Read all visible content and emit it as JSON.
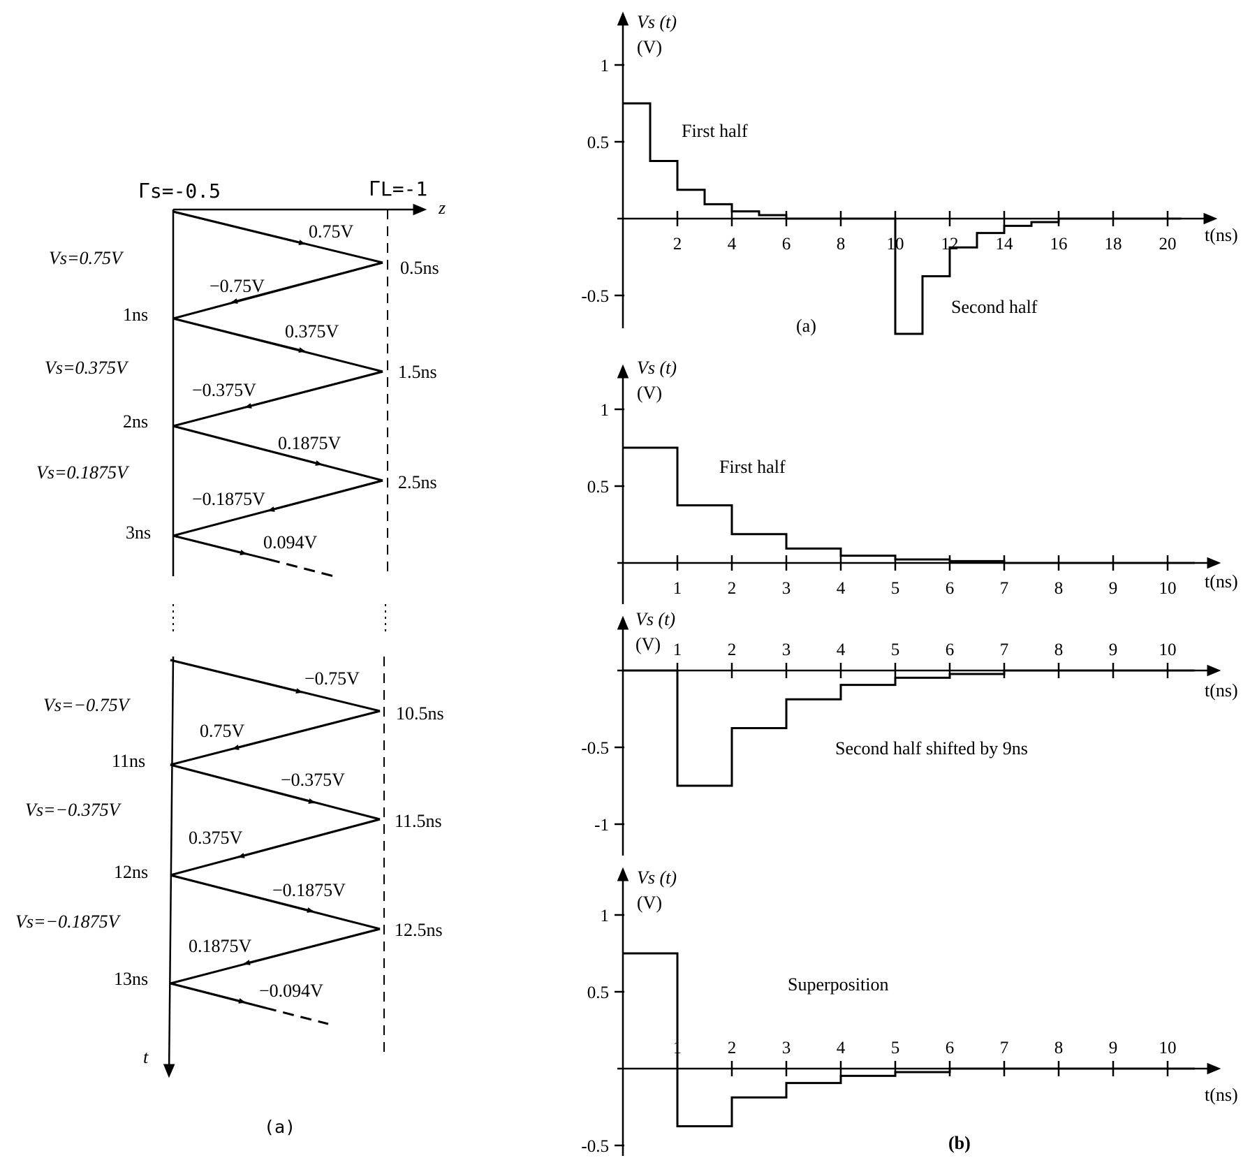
{
  "bounce": {
    "gamma_s": "Γs=-0.5",
    "gamma_l": "ΓL=-1",
    "z_label": "z",
    "t_label": "t",
    "caption": "(a)",
    "upper": {
      "left_times": [
        "1ns",
        "2ns",
        "3ns"
      ],
      "right_times": [
        "0.5ns",
        "1.5ns",
        "2.5ns"
      ],
      "source_voltages": [
        "Vs=0.75V",
        "Vs=0.375V",
        "Vs=0.1875V"
      ],
      "wave_labels": [
        "0.75V",
        "−0.75V",
        "0.375V",
        "−0.375V",
        "0.1875V",
        "−0.1875V",
        "0.094V"
      ]
    },
    "lower": {
      "left_times": [
        "11ns",
        "12ns",
        "13ns"
      ],
      "right_times": [
        "10.5ns",
        "11.5ns",
        "12.5ns"
      ],
      "source_voltages": [
        "Vs=−0.75V",
        "Vs=−0.375V",
        "Vs=−0.1875V"
      ],
      "wave_labels": [
        "−0.75V",
        "0.75V",
        "−0.375V",
        "0.375V",
        "−0.1875V",
        "0.1875V",
        "−0.094V"
      ]
    }
  },
  "plots": {
    "ylabel": "Vs (t)",
    "yunit": "(V)",
    "xlabel": "t(ns)",
    "caption_a": "(a)",
    "caption_b": "(b)"
  },
  "chart_data": [
    {
      "type": "line",
      "step": true,
      "x_ticks": [
        2,
        4,
        6,
        8,
        10,
        12,
        14,
        16,
        18,
        20
      ],
      "y_ticks": [
        1,
        0.5,
        -0.5
      ],
      "xlim": [
        0,
        21
      ],
      "ylim": [
        -0.7,
        1.25
      ],
      "annotations": [
        "First half",
        "Second half"
      ],
      "series": [
        {
          "x": [
            0,
            1,
            1,
            2,
            2,
            3,
            3,
            4,
            4,
            5,
            5,
            6,
            6,
            10,
            10,
            11,
            11,
            12,
            12,
            13,
            13,
            14,
            14,
            15,
            15,
            16,
            16,
            20.5
          ],
          "y": [
            0.75,
            0.75,
            0.375,
            0.375,
            0.1875,
            0.1875,
            0.094,
            0.094,
            0.047,
            0.047,
            0.023,
            0.023,
            0,
            0,
            -0.75,
            -0.75,
            -0.375,
            -0.375,
            -0.1875,
            -0.1875,
            -0.094,
            -0.094,
            -0.047,
            -0.047,
            -0.023,
            -0.023,
            0,
            0
          ]
        }
      ]
    },
    {
      "type": "line",
      "step": true,
      "x_ticks": [
        1,
        2,
        3,
        4,
        5,
        6,
        7,
        8,
        9,
        10
      ],
      "y_ticks": [
        1,
        0.5
      ],
      "xlim": [
        0,
        11
      ],
      "ylim": [
        -0.3,
        1.25
      ],
      "annotations": [
        "First half"
      ],
      "series": [
        {
          "x": [
            0,
            1,
            1,
            2,
            2,
            3,
            3,
            4,
            4,
            5,
            5,
            6,
            6,
            7,
            7,
            10.5
          ],
          "y": [
            0.75,
            0.75,
            0.375,
            0.375,
            0.1875,
            0.1875,
            0.094,
            0.094,
            0.047,
            0.047,
            0.023,
            0.023,
            0.012,
            0.012,
            0,
            0
          ]
        }
      ]
    },
    {
      "type": "line",
      "step": true,
      "x_ticks": [
        1,
        2,
        3,
        4,
        5,
        6,
        7,
        8,
        9,
        10
      ],
      "y_ticks": [
        -0.5,
        -1
      ],
      "xlim": [
        0,
        11
      ],
      "ylim": [
        -1.2,
        0.3
      ],
      "annotations": [
        "Second half shifted by 9ns"
      ],
      "series": [
        {
          "x": [
            0,
            1,
            1,
            2,
            2,
            3,
            3,
            4,
            4,
            5,
            5,
            6,
            6,
            7,
            7,
            10.5
          ],
          "y": [
            0,
            0,
            -0.75,
            -0.75,
            -0.375,
            -0.375,
            -0.1875,
            -0.1875,
            -0.094,
            -0.094,
            -0.047,
            -0.047,
            -0.023,
            -0.023,
            0,
            0
          ]
        }
      ]
    },
    {
      "type": "line",
      "step": true,
      "x_ticks": [
        1,
        2,
        3,
        4,
        5,
        6,
        7,
        8,
        9,
        10
      ],
      "y_ticks": [
        1,
        0.5,
        -0.5
      ],
      "xlim": [
        0,
        11
      ],
      "ylim": [
        -0.6,
        1.25
      ],
      "annotations": [
        "Superposition"
      ],
      "series": [
        {
          "x": [
            0,
            1,
            1,
            2,
            2,
            3,
            3,
            4,
            4,
            5,
            5,
            6,
            6,
            10.5
          ],
          "y": [
            0.75,
            0.75,
            -0.375,
            -0.375,
            -0.1875,
            -0.1875,
            -0.094,
            -0.094,
            -0.047,
            -0.047,
            -0.023,
            -0.023,
            0,
            0
          ]
        }
      ]
    }
  ]
}
